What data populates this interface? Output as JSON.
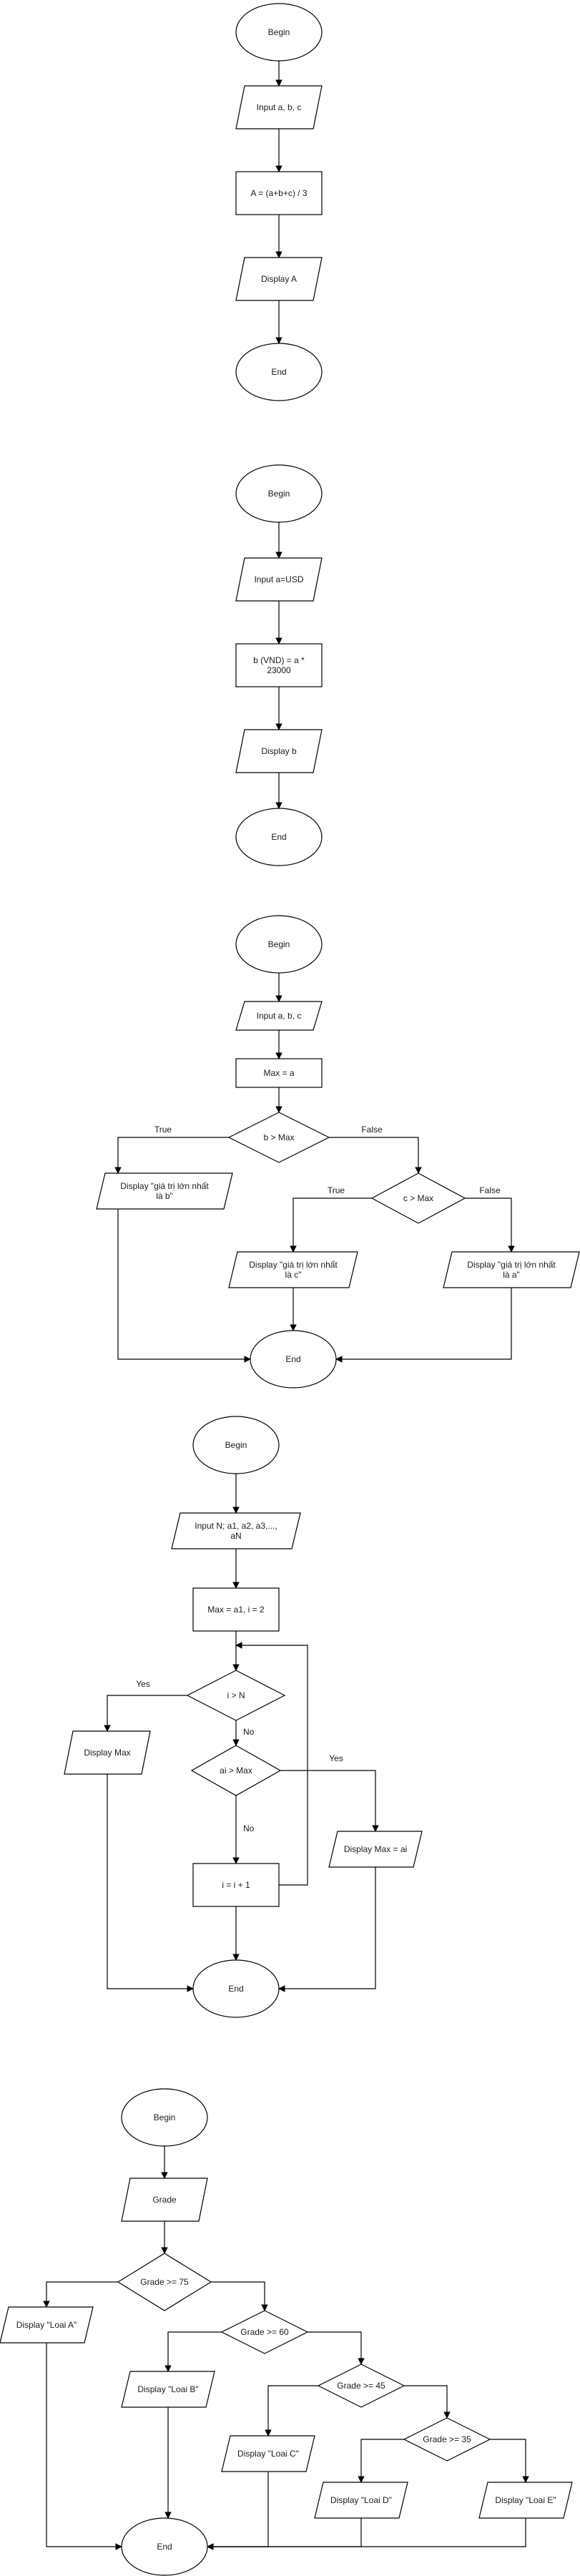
{
  "flowcharts": [
    {
      "nodes": [
        {
          "id": "b",
          "type": "ellipse",
          "label": "Begin"
        },
        {
          "id": "in",
          "type": "io",
          "label": "Input a, b, c"
        },
        {
          "id": "p",
          "type": "process",
          "label": "A = (a+b+c) / 3"
        },
        {
          "id": "out",
          "type": "io",
          "label": "Display A"
        },
        {
          "id": "e",
          "type": "ellipse",
          "label": "End"
        }
      ],
      "edges": [
        {
          "from": "b",
          "to": "in",
          "label": ""
        },
        {
          "from": "in",
          "to": "p",
          "label": ""
        },
        {
          "from": "p",
          "to": "out",
          "label": ""
        },
        {
          "from": "out",
          "to": "e",
          "label": ""
        }
      ]
    },
    {
      "nodes": [
        {
          "id": "b",
          "type": "ellipse",
          "label": "Begin"
        },
        {
          "id": "in",
          "type": "io",
          "label": "Input a=USD"
        },
        {
          "id": "p",
          "type": "process",
          "label": "b (VND) = a * 23000"
        },
        {
          "id": "out",
          "type": "io",
          "label": "Display  b"
        },
        {
          "id": "e",
          "type": "ellipse",
          "label": "End"
        }
      ],
      "edges": [
        {
          "from": "b",
          "to": "in",
          "label": ""
        },
        {
          "from": "in",
          "to": "p",
          "label": ""
        },
        {
          "from": "p",
          "to": "out",
          "label": ""
        },
        {
          "from": "out",
          "to": "e",
          "label": ""
        }
      ]
    },
    {
      "nodes": [
        {
          "id": "b",
          "type": "ellipse",
          "label": "Begin"
        },
        {
          "id": "in",
          "type": "io",
          "label": "Input a, b, c"
        },
        {
          "id": "p",
          "type": "process",
          "label": "Max = a"
        },
        {
          "id": "d1",
          "type": "decision",
          "label": "b > Max"
        },
        {
          "id": "o1",
          "type": "io",
          "label": "Display \"giá trị lớn nhất là b\""
        },
        {
          "id": "d2",
          "type": "decision",
          "label": "c > Max"
        },
        {
          "id": "o2",
          "type": "io",
          "label": "Display \"giá trị lớn nhất là c\""
        },
        {
          "id": "o3",
          "type": "io",
          "label": "Display \"giá trị lớn nhất là a\""
        },
        {
          "id": "e",
          "type": "ellipse",
          "label": "End"
        }
      ],
      "edges": [
        {
          "from": "b",
          "to": "in",
          "label": ""
        },
        {
          "from": "in",
          "to": "p",
          "label": ""
        },
        {
          "from": "p",
          "to": "d1",
          "label": ""
        },
        {
          "from": "d1",
          "to": "o1",
          "label": "True"
        },
        {
          "from": "d1",
          "to": "d2",
          "label": "False"
        },
        {
          "from": "d2",
          "to": "o2",
          "label": "True"
        },
        {
          "from": "d2",
          "to": "o3",
          "label": "False"
        },
        {
          "from": "o1",
          "to": "e",
          "label": ""
        },
        {
          "from": "o2",
          "to": "e",
          "label": ""
        },
        {
          "from": "o3",
          "to": "e",
          "label": ""
        }
      ]
    },
    {
      "nodes": [
        {
          "id": "b",
          "type": "ellipse",
          "label": "Begin"
        },
        {
          "id": "in",
          "type": "io",
          "label": "Input N; a1, a2, a3,..., aN"
        },
        {
          "id": "p",
          "type": "process",
          "label": "Max = a1, i = 2"
        },
        {
          "id": "d1",
          "type": "decision",
          "label": "i > N"
        },
        {
          "id": "o1",
          "type": "io",
          "label": "Display Max"
        },
        {
          "id": "d2",
          "type": "decision",
          "label": "ai > Max"
        },
        {
          "id": "o2",
          "type": "io",
          "label": "Display Max = ai"
        },
        {
          "id": "inc",
          "type": "process",
          "label": "i = i + 1"
        },
        {
          "id": "e",
          "type": "ellipse",
          "label": "End"
        }
      ],
      "edges": [
        {
          "from": "b",
          "to": "in",
          "label": ""
        },
        {
          "from": "in",
          "to": "p",
          "label": ""
        },
        {
          "from": "p",
          "to": "d1",
          "label": ""
        },
        {
          "from": "d1",
          "to": "o1",
          "label": "Yes"
        },
        {
          "from": "d1",
          "to": "d2",
          "label": "No"
        },
        {
          "from": "d2",
          "to": "o2",
          "label": "Yes"
        },
        {
          "from": "d2",
          "to": "inc",
          "label": "No"
        },
        {
          "from": "inc",
          "to": "d1",
          "label": ""
        },
        {
          "from": "inc",
          "to": "e",
          "label": ""
        },
        {
          "from": "o1",
          "to": "e",
          "label": ""
        },
        {
          "from": "o2",
          "to": "e",
          "label": ""
        }
      ]
    },
    {
      "nodes": [
        {
          "id": "b",
          "type": "ellipse",
          "label": "Begin"
        },
        {
          "id": "in",
          "type": "io",
          "label": "Grade"
        },
        {
          "id": "d1",
          "type": "decision",
          "label": "Grade >= 75"
        },
        {
          "id": "oA",
          "type": "io",
          "label": "Display \"Loai A\""
        },
        {
          "id": "d2",
          "type": "decision",
          "label": "Grade >= 60"
        },
        {
          "id": "oB",
          "type": "io",
          "label": "Display \"Loai B\""
        },
        {
          "id": "d3",
          "type": "decision",
          "label": "Grade >= 45"
        },
        {
          "id": "oC",
          "type": "io",
          "label": "Display \"Loai C\""
        },
        {
          "id": "d4",
          "type": "decision",
          "label": "Grade >= 35"
        },
        {
          "id": "oD",
          "type": "io",
          "label": "Display \"Loai D\""
        },
        {
          "id": "oE",
          "type": "io",
          "label": "Display \"Loai E\""
        },
        {
          "id": "e",
          "type": "ellipse",
          "label": "End"
        }
      ],
      "edges": [
        {
          "from": "b",
          "to": "in",
          "label": ""
        },
        {
          "from": "in",
          "to": "d1",
          "label": ""
        },
        {
          "from": "d1",
          "to": "oA",
          "label": ""
        },
        {
          "from": "d1",
          "to": "d2",
          "label": ""
        },
        {
          "from": "d2",
          "to": "oB",
          "label": ""
        },
        {
          "from": "d2",
          "to": "d3",
          "label": ""
        },
        {
          "from": "d3",
          "to": "oC",
          "label": ""
        },
        {
          "from": "d3",
          "to": "d4",
          "label": ""
        },
        {
          "from": "d4",
          "to": "oD",
          "label": ""
        },
        {
          "from": "d4",
          "to": "oE",
          "label": ""
        },
        {
          "from": "oA",
          "to": "e",
          "label": ""
        },
        {
          "from": "oB",
          "to": "e",
          "label": ""
        },
        {
          "from": "oC",
          "to": "e",
          "label": ""
        },
        {
          "from": "oD",
          "to": "e",
          "label": ""
        },
        {
          "from": "oE",
          "to": "e",
          "label": ""
        }
      ]
    }
  ]
}
